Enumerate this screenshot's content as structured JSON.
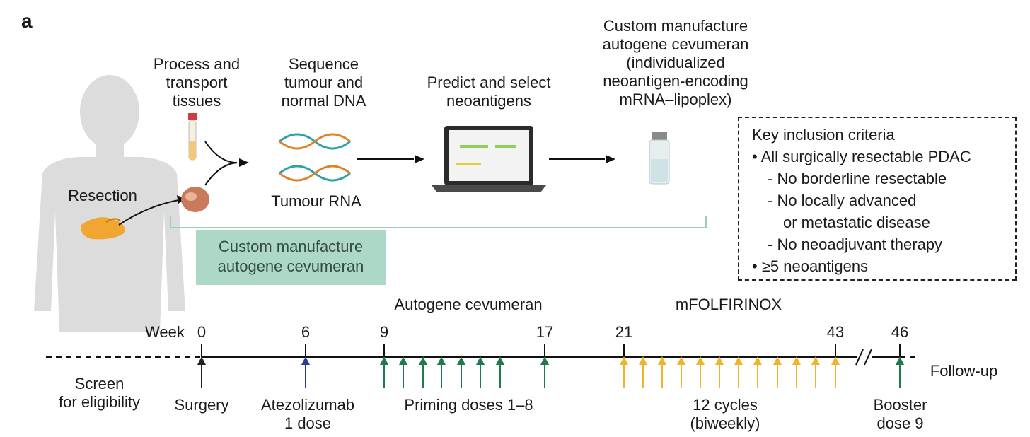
{
  "panel_label": "a",
  "top": {
    "resection_label": "Resection",
    "process_label": [
      "Process and",
      "transport",
      "tissues"
    ],
    "sequence_label": [
      "Sequence",
      "tumour and",
      "normal DNA"
    ],
    "tumour_rna_label": "Tumour RNA",
    "predict_label": [
      "Predict and select",
      "neoantigens"
    ],
    "custom_label": [
      "Custom manufacture",
      "autogene cevumeran",
      "(individualized",
      "neoantigen-encoding",
      "mRNA–lipoplex)"
    ],
    "manufacture_box": [
      "Custom manufacture",
      "autogene cevumeran"
    ]
  },
  "criteria": {
    "title": "Key inclusion criteria",
    "items": [
      {
        "text": "• All surgically resectable PDAC",
        "level": 0
      },
      {
        "text": "- No borderline resectable",
        "level": 1
      },
      {
        "text": "- No locally advanced",
        "level": 1
      },
      {
        "text": "or metastatic disease",
        "level": 2
      },
      {
        "text": "- No neoadjuvant therapy",
        "level": 1
      },
      {
        "text": "• ≥5 neoantigens",
        "level": 0
      }
    ]
  },
  "timeline": {
    "phase_autogene": "Autogene cevumeran",
    "phase_mfolfirinox": "mFOLFIRINOX",
    "week_prefix": "Week",
    "week_labels": [
      "0",
      "6",
      "9",
      "17",
      "21",
      "43",
      "46"
    ],
    "screen_label": [
      "Screen",
      "for eligibility"
    ],
    "surgery_label": "Surgery",
    "atezolizumab_label": [
      "Atezolizumab",
      "1 dose"
    ],
    "priming_label": "Priming doses 1–8",
    "cycles_label": [
      "12 cycles",
      "(biweekly)"
    ],
    "booster_label": [
      "Booster",
      "dose 9"
    ],
    "followup_label": "Follow-up",
    "colors": {
      "surgery": "#222222",
      "atezolizumab": "#2c3e8f",
      "autogene": "#1f7a4d",
      "mfolfirinox": "#f0b429"
    }
  }
}
